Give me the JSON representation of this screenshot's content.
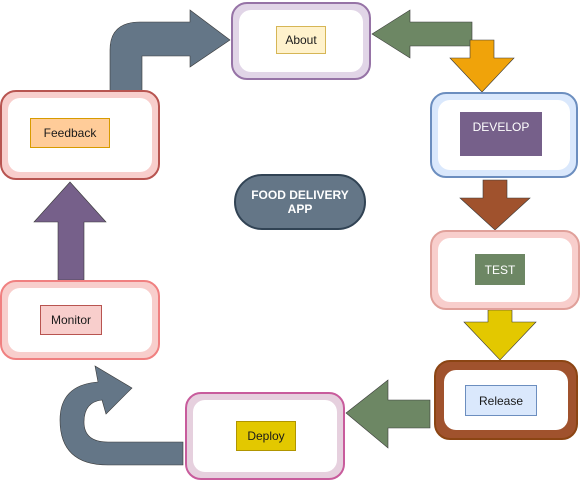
{
  "nodes": {
    "about": {
      "label": "About",
      "outer_fill": "#E1D5E7",
      "outer_stroke": "#9673A6",
      "label_fill": "#FFF2CC",
      "label_stroke": "#D6B656"
    },
    "develop": {
      "label": "DEVELOP",
      "outer_fill": "#DAE8FC",
      "outer_stroke": "#6C8EBF",
      "label_fill": "#76608A",
      "label_color": "#FFFFFF"
    },
    "test": {
      "label": "TEST",
      "outer_fill": "#F8CECC",
      "outer_stroke": "#E0A09A",
      "label_fill": "#6D8764",
      "label_color": "#FFFFFF"
    },
    "release": {
      "label": "Release",
      "outer_fill": "#A0522D",
      "outer_stroke": "#8B4513",
      "label_fill": "#DAE8FC",
      "label_stroke": "#6C8EBF"
    },
    "deploy": {
      "label": "Deploy",
      "outer_fill": "#E6D0DE",
      "outer_stroke": "#C85C9C",
      "label_fill": "#E3C800",
      "label_stroke": "#B09500"
    },
    "monitor": {
      "label": "Monitor",
      "outer_fill": "#F8CECC",
      "outer_stroke": "#F08080",
      "label_fill": "#F8CECC",
      "label_stroke": "#B85450"
    },
    "feedback": {
      "label": "Feedback",
      "outer_fill": "#F8CECC",
      "outer_stroke": "#B85450",
      "label_fill": "#FFCC99",
      "label_stroke": "#D79B00"
    }
  },
  "center": {
    "label_line1": "FOOD DELIVERY",
    "label_line2": "APP",
    "fill": "#647687",
    "stroke": "#314354"
  },
  "arrow_colors": {
    "feedback_to_about": "#647687",
    "about_from_right": "#6D8764",
    "to_develop": "#F0A30A",
    "to_test": "#A0522D",
    "to_release": "#E3C800",
    "release_to_deploy": "#6D8764",
    "deploy_to_monitor": "#647687",
    "monitor_to_feedback": "#76608A"
  }
}
